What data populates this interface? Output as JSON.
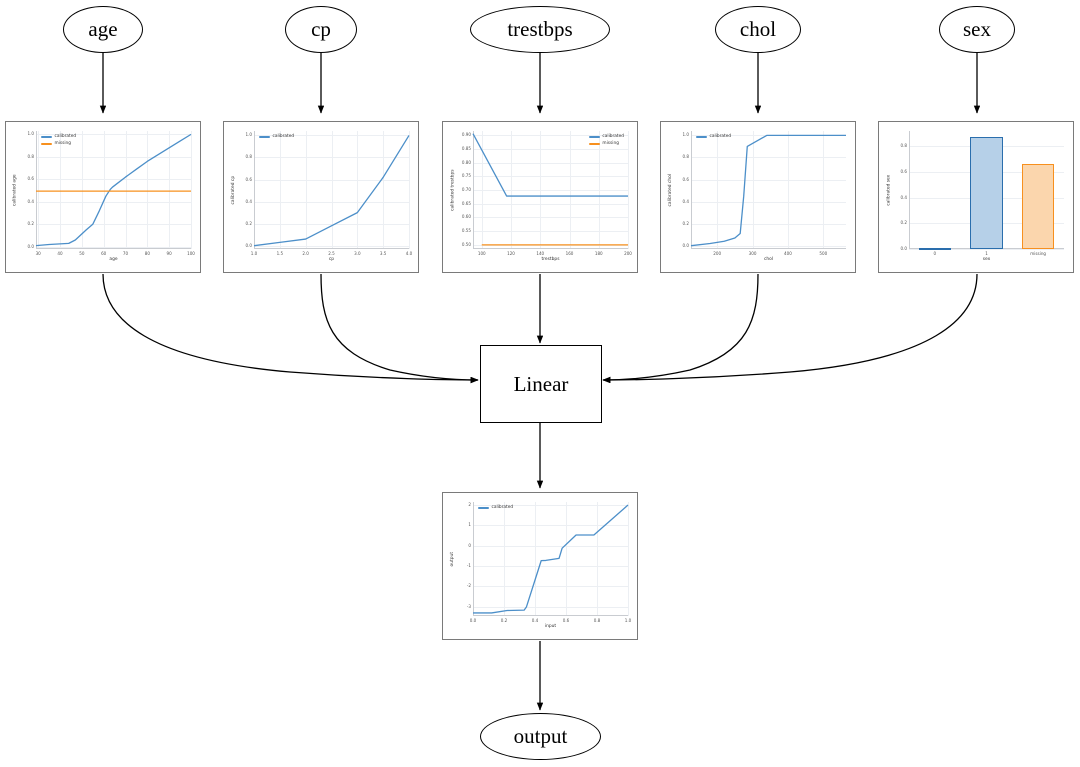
{
  "graph": {
    "input_nodes": [
      {
        "id": "age",
        "label": "age"
      },
      {
        "id": "cp",
        "label": "cp"
      },
      {
        "id": "trestbps",
        "label": "trestbps"
      },
      {
        "id": "chol",
        "label": "chol"
      },
      {
        "id": "sex",
        "label": "sex"
      }
    ],
    "linear_node": {
      "label": "Linear"
    },
    "output_node": {
      "label": "output"
    }
  },
  "colors": {
    "calibrated": "#4c8fc9",
    "missing": "#f7901e",
    "bar_blue_fill": "#b6d0e8",
    "bar_blue_edge": "#2a6ead",
    "bar_orange_fill": "#fbd6ad",
    "bar_orange_edge": "#f7901e",
    "grid": "#eceff3",
    "frame": "#7a7a7a"
  },
  "chart_data": [
    {
      "id": "age",
      "type": "line",
      "title": "",
      "xlabel": "age",
      "ylabel": "calibrated age",
      "xlim": [
        29,
        100
      ],
      "ylim": [
        -0.02,
        1.03
      ],
      "xticks": [
        30,
        40,
        50,
        60,
        70,
        80,
        90,
        100
      ],
      "xticklabels": [
        "30",
        "40",
        "50",
        "60",
        "70",
        "80",
        "90",
        "100"
      ],
      "yticks": [
        0.0,
        0.2,
        0.4,
        0.6,
        0.8,
        1.0
      ],
      "yticklabels": [
        "0.0",
        "0.2",
        "0.4",
        "0.6",
        "0.8",
        "1.0"
      ],
      "grid": true,
      "legend": [
        "calibrated",
        "missing"
      ],
      "legend_position": "upper left",
      "series": [
        {
          "name": "calibrated",
          "color": "#4c8fc9",
          "x": [
            29,
            35,
            44,
            47,
            52,
            55,
            58,
            61,
            63,
            64,
            66,
            70,
            75,
            80,
            85,
            90,
            95,
            100
          ],
          "y": [
            0.01,
            0.02,
            0.03,
            0.06,
            0.15,
            0.2,
            0.32,
            0.45,
            0.51,
            0.53,
            0.56,
            0.62,
            0.69,
            0.76,
            0.82,
            0.88,
            0.94,
            1.0
          ]
        },
        {
          "name": "missing",
          "color": "#f7901e",
          "x": [
            29,
            100
          ],
          "y": [
            0.495,
            0.495
          ]
        }
      ]
    },
    {
      "id": "cp",
      "type": "line",
      "title": "",
      "xlabel": "cp",
      "ylabel": "calibrated cp",
      "xlim": [
        1.0,
        4.0
      ],
      "ylim": [
        -0.03,
        1.04
      ],
      "xticks": [
        1.0,
        1.5,
        2.0,
        2.5,
        3.0,
        3.5,
        4.0
      ],
      "xticklabels": [
        "1.0",
        "1.5",
        "2.0",
        "2.5",
        "3.0",
        "3.5",
        "4.0"
      ],
      "yticks": [
        0.0,
        0.2,
        0.4,
        0.6,
        0.8,
        1.0
      ],
      "yticklabels": [
        "0.0",
        "0.2",
        "0.4",
        "0.6",
        "0.8",
        "1.0"
      ],
      "grid": true,
      "legend": [
        "calibrated"
      ],
      "legend_position": "upper left",
      "series": [
        {
          "name": "calibrated",
          "color": "#4c8fc9",
          "x": [
            1.0,
            1.5,
            2.0,
            2.5,
            3.0,
            3.5,
            4.0
          ],
          "y": [
            0.0,
            0.03,
            0.06,
            0.18,
            0.3,
            0.62,
            1.0
          ]
        }
      ]
    },
    {
      "id": "trestbps",
      "type": "line",
      "title": "",
      "xlabel": "trestbps",
      "ylabel": "calibrated trestbps",
      "xlim": [
        94,
        200
      ],
      "ylim": [
        0.485,
        0.915
      ],
      "xticks": [
        100,
        120,
        140,
        160,
        180,
        200
      ],
      "xticklabels": [
        "100",
        "120",
        "140",
        "160",
        "180",
        "200"
      ],
      "yticks": [
        0.5,
        0.55,
        0.6,
        0.65,
        0.7,
        0.75,
        0.8,
        0.85,
        0.9
      ],
      "yticklabels": [
        "0.50",
        "0.55",
        "0.60",
        "0.65",
        "0.70",
        "0.75",
        "0.80",
        "0.85",
        "0.90"
      ],
      "grid": true,
      "legend": [
        "calibrated",
        "missing"
      ],
      "legend_position": "upper right",
      "series": [
        {
          "name": "calibrated",
          "color": "#4c8fc9",
          "x": [
            94,
            117,
            200
          ],
          "y": [
            0.905,
            0.678,
            0.678
          ]
        },
        {
          "name": "missing",
          "color": "#f7901e",
          "x": [
            100,
            200
          ],
          "y": [
            0.5,
            0.5
          ]
        }
      ]
    },
    {
      "id": "chol",
      "type": "line",
      "title": "",
      "xlabel": "chol",
      "ylabel": "calibrated chol",
      "xlim": [
        126,
        564
      ],
      "ylim": [
        -0.03,
        1.04
      ],
      "xticks": [
        200,
        300,
        400,
        500
      ],
      "xticklabels": [
        "200",
        "300",
        "400",
        "500"
      ],
      "yticks": [
        0.0,
        0.2,
        0.4,
        0.6,
        0.8,
        1.0
      ],
      "yticklabels": [
        "0.0",
        "0.2",
        "0.4",
        "0.6",
        "0.8",
        "1.0"
      ],
      "grid": true,
      "legend": [
        "calibrated"
      ],
      "legend_position": "upper left",
      "series": [
        {
          "name": "calibrated",
          "color": "#4c8fc9",
          "x": [
            126,
            180,
            220,
            250,
            265,
            275,
            285,
            340,
            564
          ],
          "y": [
            0.0,
            0.02,
            0.04,
            0.07,
            0.11,
            0.45,
            0.9,
            1.0,
            1.0
          ]
        }
      ]
    },
    {
      "id": "sex",
      "type": "bar",
      "title": "",
      "xlabel": "sex",
      "ylabel": "calibrated sex",
      "categories": [
        "0",
        "1",
        "missing"
      ],
      "values": [
        0.005,
        0.87,
        0.66
      ],
      "bar_colors": [
        "#b6d0e8",
        "#b6d0e8",
        "#fbd6ad"
      ],
      "bar_edges": [
        "#2a6ead",
        "#2a6ead",
        "#f7901e"
      ],
      "ylim": [
        0.0,
        0.92
      ],
      "yticks": [
        0.0,
        0.2,
        0.4,
        0.6,
        0.8
      ],
      "yticklabels": [
        "0.0",
        "0.2",
        "0.4",
        "0.6",
        "0.8"
      ],
      "grid": true,
      "legend": [],
      "legend_position": "none"
    },
    {
      "id": "output",
      "type": "line",
      "title": "",
      "xlabel": "input",
      "ylabel": "output",
      "xlim": [
        0.0,
        1.0
      ],
      "ylim": [
        -3.45,
        2.15
      ],
      "xticks": [
        0.0,
        0.2,
        0.4,
        0.6,
        0.8,
        1.0
      ],
      "xticklabels": [
        "0.0",
        "0.2",
        "0.4",
        "0.6",
        "0.8",
        "1.0"
      ],
      "yticks": [
        -3,
        -2,
        -1,
        0,
        1,
        2
      ],
      "yticklabels": [
        "-3",
        "-2",
        "-1",
        "0",
        "1",
        "2"
      ],
      "grid": true,
      "legend": [
        "calibrated"
      ],
      "legend_position": "upper left",
      "series": [
        {
          "name": "calibrated",
          "color": "#4c8fc9",
          "x": [
            0.0,
            0.12,
            0.22,
            0.33,
            0.345,
            0.44,
            0.47,
            0.555,
            0.575,
            0.665,
            0.78,
            1.0
          ],
          "y": [
            -3.3,
            -3.3,
            -3.18,
            -3.16,
            -3.0,
            -0.73,
            -0.72,
            -0.62,
            -0.12,
            0.53,
            0.53,
            2.0
          ]
        }
      ]
    }
  ]
}
